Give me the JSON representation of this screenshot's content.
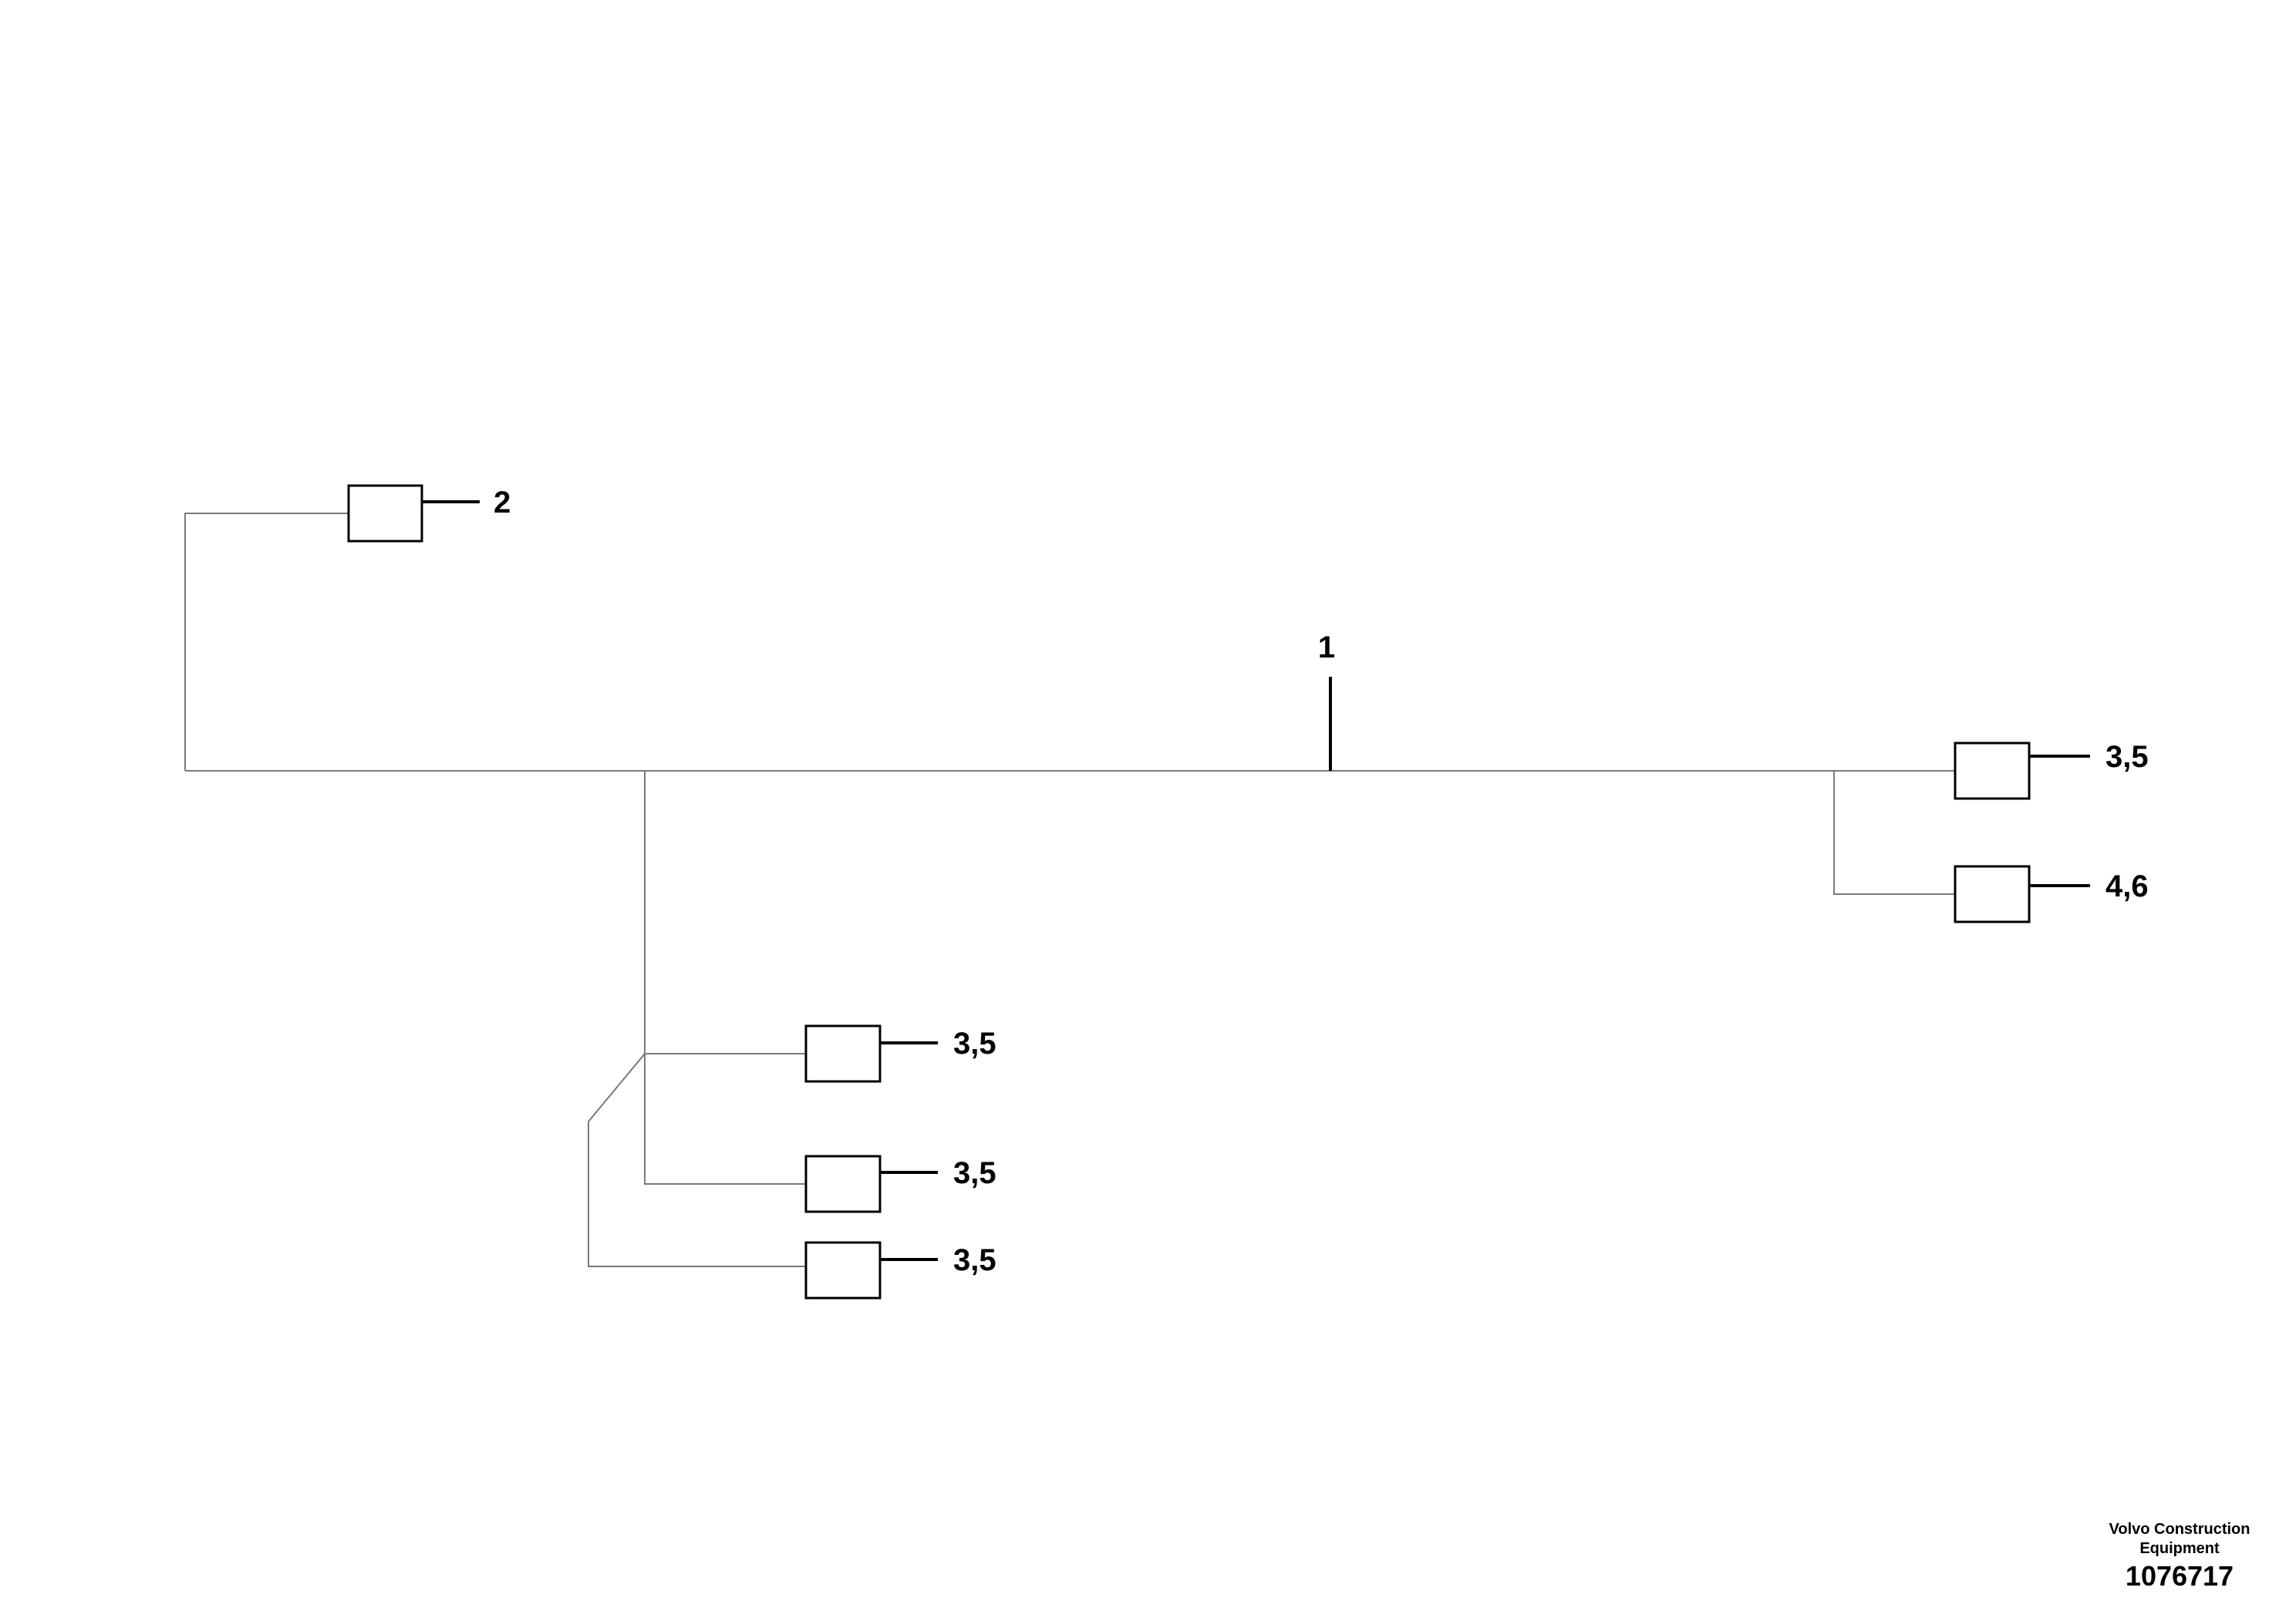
{
  "main_label": "1",
  "connectors": [
    {
      "id": "c-top-left",
      "label": "2"
    },
    {
      "id": "c-right-top",
      "label": "3,5"
    },
    {
      "id": "c-right-bottom",
      "label": "4,6"
    },
    {
      "id": "c-mid-1",
      "label": "3,5"
    },
    {
      "id": "c-mid-2",
      "label": "3,5"
    },
    {
      "id": "c-mid-3",
      "label": "3,5"
    }
  ],
  "footer": {
    "company_line1": "Volvo Construction",
    "company_line2": "Equipment",
    "drawing_id": "1076717"
  }
}
